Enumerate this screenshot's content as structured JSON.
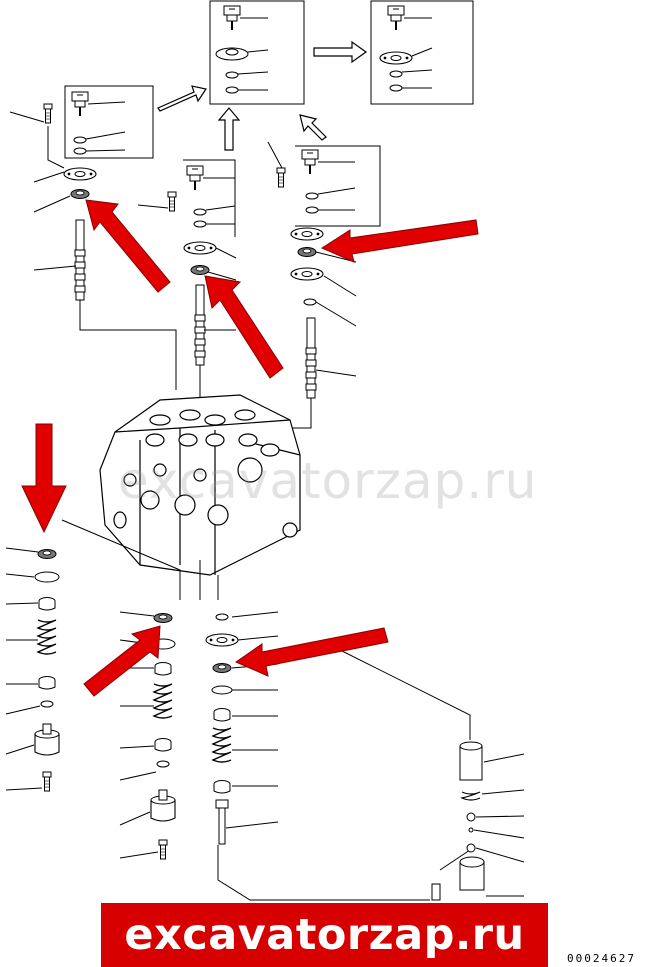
{
  "diagram": {
    "watermark_text": "excavatorzap.ru",
    "banner_text": "excavatorzap.ru",
    "figure_number": "00024627",
    "highlight_color": "#e00000",
    "banner_color": "#d60000",
    "line_color": "#000000"
  }
}
